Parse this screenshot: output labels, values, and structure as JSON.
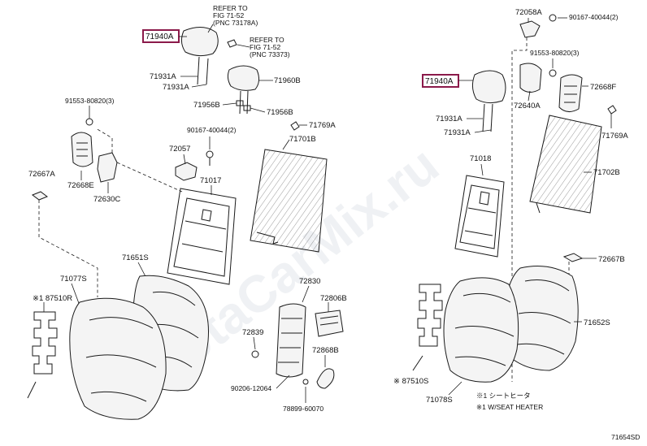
{
  "watermark": "ToyotaCarMix.ru",
  "footer_code": "71654SD",
  "left_group": {
    "headrest_highlight": "71940A",
    "refer_note_1": [
      "REFER TO",
      "FIG 71-52",
      "(PNC 73178A)"
    ],
    "refer_note_2": [
      "REFER TO",
      "FIG 71-52",
      "(PNC 73373)"
    ],
    "labels": {
      "p71931A_1": "71931A",
      "p71931A_2": "71931A",
      "p71960B": "71960B",
      "p71956B_1": "71956B",
      "p71956B_2": "71956B",
      "p91553": "91553-80820(3)",
      "p90167": "90167-40044(2)",
      "p71769A": "71769A",
      "p72057": "72057",
      "p71701B": "71701B",
      "p72667A": "72667A",
      "p72668E": "72668E",
      "p72630C": "72630C",
      "p71017": "71017",
      "p71651S": "71651S",
      "p71077S": "71077S",
      "p87510R": "※1 87510R",
      "p72830": "72830",
      "p72806B": "72806B",
      "p72839": "72839",
      "p72868B": "72868B",
      "p90206": "90206-12064",
      "p78899": "78899-60070"
    }
  },
  "right_group": {
    "headrest_highlight": "71940A",
    "labels": {
      "p72058A": "72058A",
      "p90167": "90167-40044(2)",
      "p91553": "91553-80820(3)",
      "p72668F": "72668F",
      "p72640A": "72640A",
      "p71931A_1": "71931A",
      "p71931A_2": "71931A",
      "p71769A": "71769A",
      "p71018": "71018",
      "p71702B": "71702B",
      "p72667B": "72667B",
      "p71652S": "71652S",
      "p87510S": "※ 87510S",
      "p71078S": "71078S"
    },
    "notes": [
      "※1 シートヒータ",
      "※1 W/SEAT HEATER"
    ]
  }
}
